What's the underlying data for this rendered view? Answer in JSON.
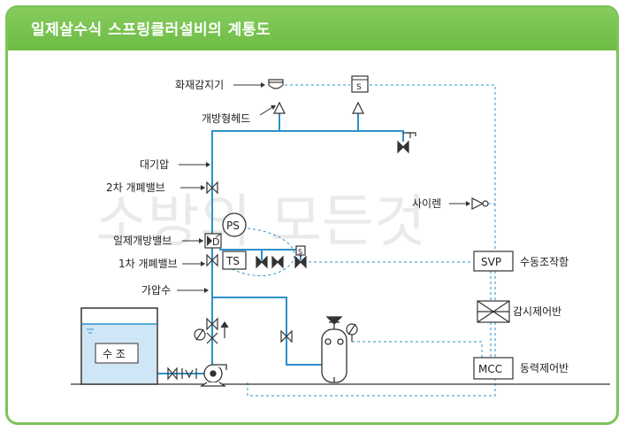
{
  "title": "일제살수식 스프링클러설비의 계통도",
  "watermark": "소방의 모든것",
  "labels": {
    "fire_detector": "화재감지기",
    "open_head": "개방형헤드",
    "atmospheric": "대기압",
    "second_valve": "2차 개폐밸브",
    "siren": "사이렌",
    "deluge_valve": "일제개방밸브",
    "first_valve": "1차 개폐밸브",
    "pressurized": "가압수",
    "tank": "수 조",
    "ps": "PS",
    "ts": "TS",
    "d_mark": "D",
    "svp": "SVP",
    "svp_label": "수동조작함",
    "monitor_label": "감시제어반",
    "mcc": "MCC",
    "mcc_label": "동력제어반",
    "s_mark": "S"
  },
  "colors": {
    "header": "#6dbb44",
    "pipe": "#2e90c8",
    "signal": "#2e90c8",
    "water": "#cfe6f6"
  }
}
